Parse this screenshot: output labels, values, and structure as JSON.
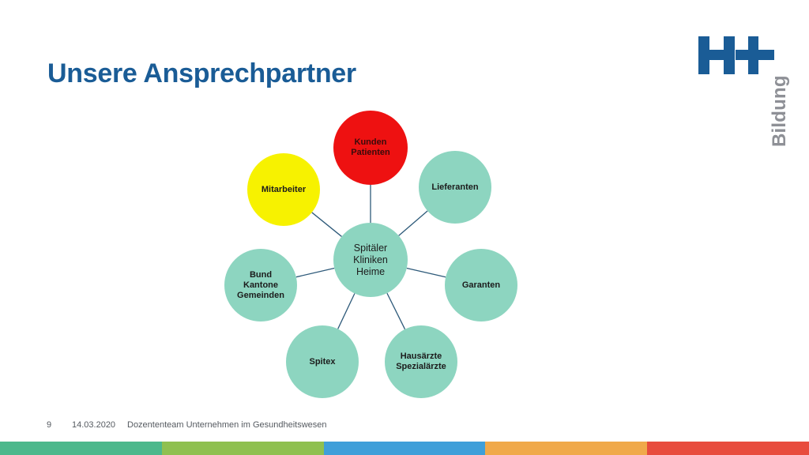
{
  "title": "Unsere Ansprechpartner",
  "logo": {
    "mark": "H+",
    "subtitle": "Bildung",
    "color": "#1a5c96",
    "subtitle_color": "#8e9096"
  },
  "diagram": {
    "center": {
      "label": "Spitäler\nKliniken\nHeime",
      "color": "#8dd5c0"
    },
    "nodes": [
      {
        "id": "kunden",
        "label": "Kunden\nPatienten",
        "color": "#ee1111"
      },
      {
        "id": "lieferanten",
        "label": "Lieferanten",
        "color": "#8dd5c0"
      },
      {
        "id": "garanten",
        "label": "Garanten",
        "color": "#8dd5c0"
      },
      {
        "id": "hausaerzte",
        "label": "Hausärzte\nSpezialärzte",
        "color": "#8dd5c0"
      },
      {
        "id": "spitex",
        "label": "Spitex",
        "color": "#8dd5c0"
      },
      {
        "id": "bund",
        "label": "Bund\nKantone\nGemeinden",
        "color": "#8dd5c0"
      },
      {
        "id": "mitarbeiter",
        "label": "Mitarbeiter",
        "color": "#f7f200"
      }
    ],
    "connector_color": "#2e5a7a"
  },
  "footer": {
    "page_number": "9",
    "date": "14.03.2020",
    "text": "Dozententeam Unternehmen im Gesundheitswesen"
  },
  "color_bar": [
    "#4cb88c",
    "#8fc050",
    "#3f9fd9",
    "#f0a94a",
    "#e84c3d"
  ]
}
